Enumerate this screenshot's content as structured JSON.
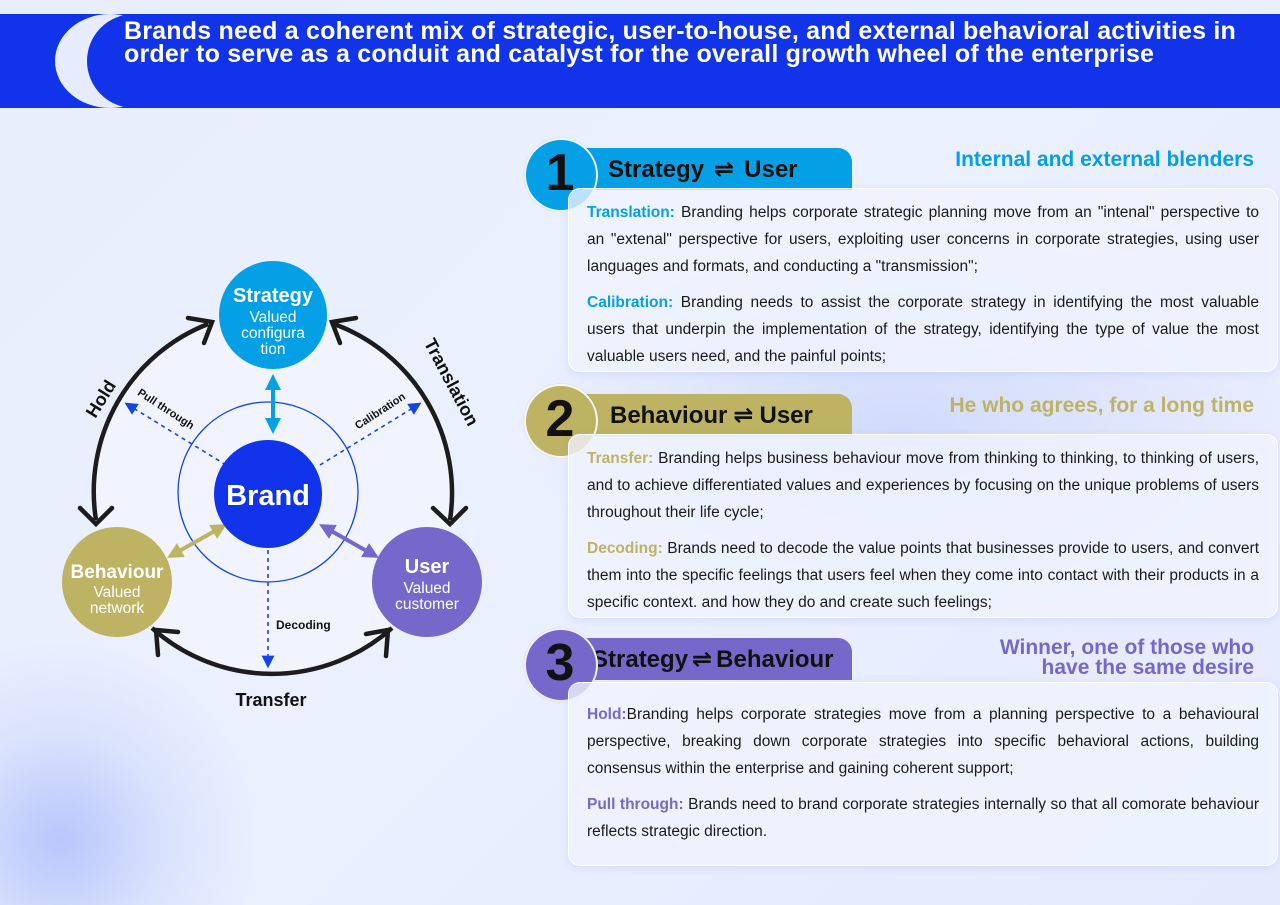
{
  "header": {
    "title": "Brands need a coherent mix of strategic, user-to-house, and external behavioral activities in order to serve as a conduit and catalyst for the overall growth wheel of the enterprise"
  },
  "colors": {
    "header_blue": "#1133ea",
    "brand_blue": "#1133ea",
    "strategy_cyan": "#059fe6",
    "behaviour_olive": "#bdb363",
    "user_purple": "#7668cb",
    "dashed_blue": "#1544e6"
  },
  "diagram": {
    "center": {
      "label": "Brand"
    },
    "nodes": [
      {
        "id": "strategy",
        "title": "Strategy",
        "subtitle_lines": [
          "Valued",
          "configura",
          "tion"
        ]
      },
      {
        "id": "behaviour",
        "title": "Behaviour",
        "subtitle_lines": [
          "Valued",
          "network"
        ]
      },
      {
        "id": "user",
        "title": "User",
        "subtitle_lines": [
          "Valued",
          "customer"
        ]
      }
    ],
    "outer_labels": {
      "hold": "Hold",
      "translation": "Translation",
      "transfer": "Transfer"
    },
    "inner_labels": {
      "pull_through": "Pull through",
      "calibration": "Calibration",
      "decoding": "Decoding"
    }
  },
  "sections": [
    {
      "number": "1",
      "left": "Strategy",
      "swap_icon": "⇌",
      "right": "User",
      "tagline_lines": [
        "Internal and external blenders"
      ],
      "paragraphs": [
        {
          "label": "Translation:",
          "text": " Branding helps corporate strategic planning move from an \"intenal\" perspective to an \"extenal\" perspective for users, exploiting user concerns in corporate strategies, using user languages and formats, and conducting a \"transmission\";"
        },
        {
          "label": "Calibration:",
          "text": " Branding needs to assist the corporate strategy in identifying the most valuable users that underpin the implementation of the strategy, identifying the type of value the most valuable users need, and the painful points;"
        }
      ]
    },
    {
      "number": "2",
      "left": "Behaviour",
      "swap_icon": "⇌",
      "right": "User",
      "tagline_lines": [
        "He who agrees, for a long time"
      ],
      "paragraphs": [
        {
          "label": "Transfer:",
          "text": " Branding helps business behaviour move from thinking to thinking, to thinking of users, and to achieve differentiated values and experiences by focusing on the unique problems of users throughout their life cycle;"
        },
        {
          "label": "Decoding:",
          "text": " Brands need to decode the value points that businesses provide to users, and convert them into the specific feelings that users feel when they come into contact with their products in a specific context. and how they do and create such feelings;"
        }
      ]
    },
    {
      "number": "3",
      "left": "Strategy",
      "swap_icon": "⇌",
      "right": "Behaviour",
      "tagline_lines": [
        "Winner, one of those who",
        "have the same desire"
      ],
      "paragraphs": [
        {
          "label": "Hold:",
          "text": "Branding helps corporate strategies move from a planning perspective to a behavioural perspective, breaking down corporate strategies into specific behavioral actions, building consensus within the enterprise and gaining coherent support;"
        },
        {
          "label": "Pull through:",
          "text": " Brands need to brand corporate strategies internally so that all comorate behaviour reflects strategic direction."
        }
      ]
    }
  ]
}
